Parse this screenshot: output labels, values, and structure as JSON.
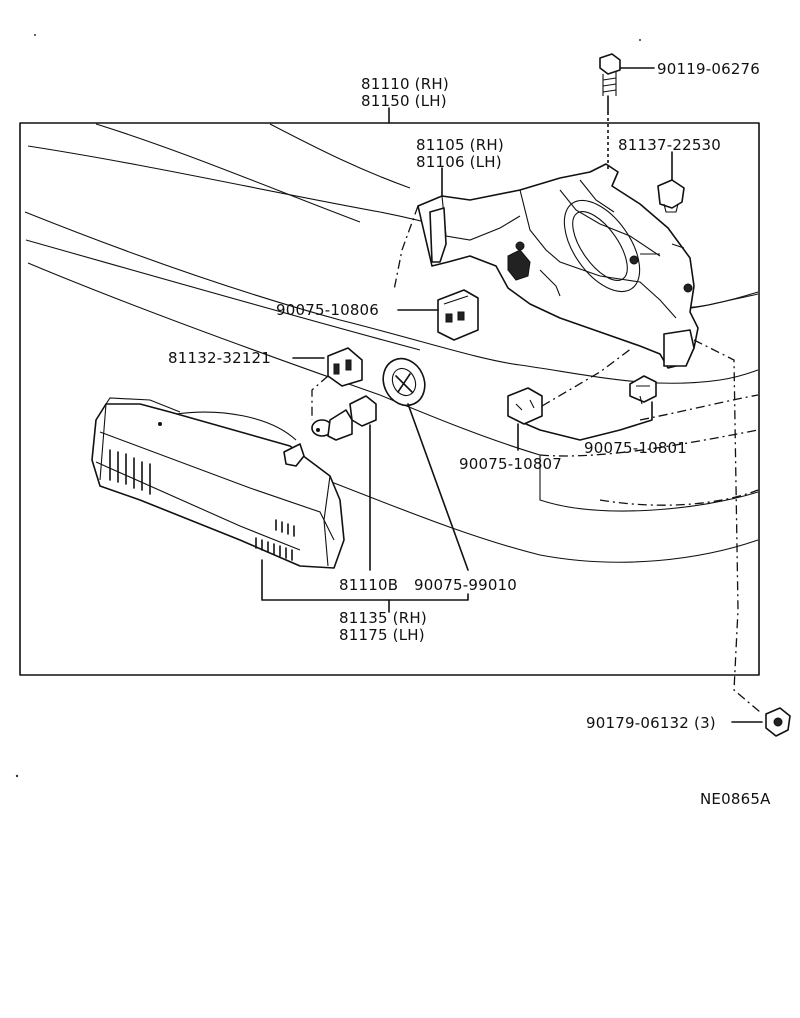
{
  "figure_code": "NE0865A",
  "callouts": {
    "lamp_assy": [
      "81110 (RH)",
      "81150 (LH)"
    ],
    "bracket": [
      "81105 (RH)",
      "81106 (LH)"
    ],
    "bolt_top": "90119-06276",
    "nut_small": "81137-22530",
    "grommet_upper": "90075-10806",
    "socket": "81132-32121",
    "clip_lower_center": "90075-10807",
    "clip_lower_right": "90075-10801",
    "bulb": "81110B",
    "gasket": "90075-99010",
    "lens": [
      "81135 (RH)",
      "81175 (LH)"
    ],
    "nut_bottom": "90179-06132 (3)"
  }
}
